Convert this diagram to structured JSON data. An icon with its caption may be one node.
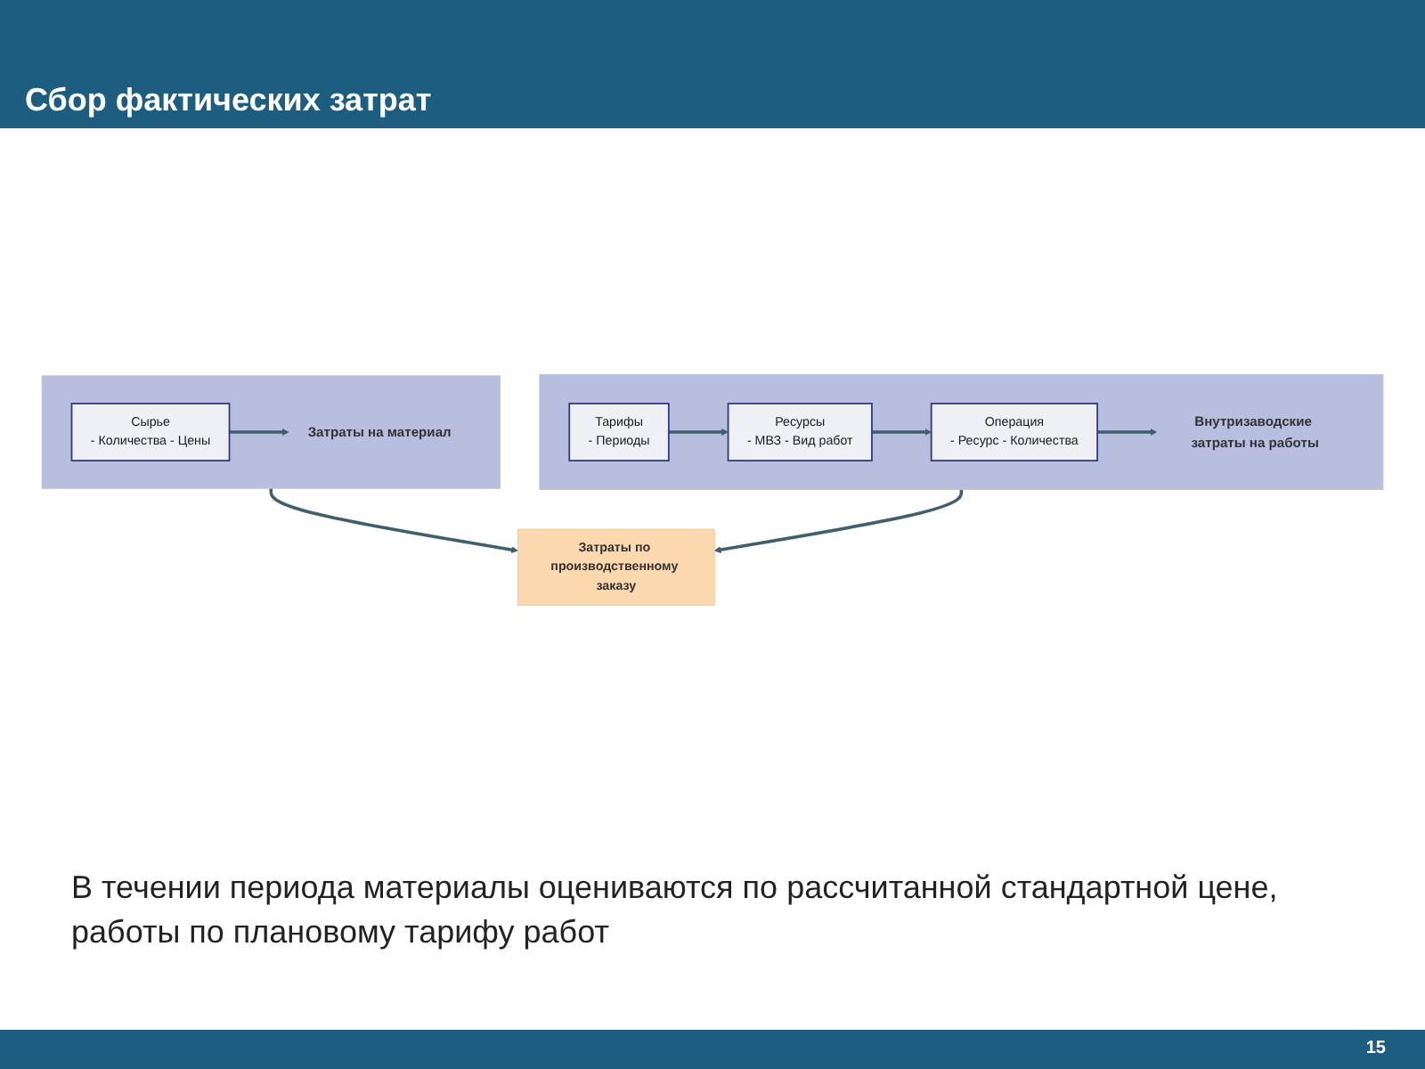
{
  "diagram": {
    "title": "Сбор фактических затрат",
    "nodes": [
      {
        "text": [],
        "shape": "box"
      },
      {
        "text": [
          "Сырье",
          "- Количества - Цены"
        ],
        "in": 0
      },
      {
        "text": [
          "Затраты на материал"
        ],
        "in": 0
      },
      {
        "text": [],
        "shape": "box"
      },
      {
        "text": [
          "Операция",
          "- Ресурс - Количества"
        ],
        "in": 3
      },
      {
        "text": [
          "Ресурсы",
          "- МВЗ - Вид работ"
        ],
        "in": 3
      },
      {
        "text": [
          "Тарифы",
          "- Периоды"
        ],
        "in": 3
      },
      {
        "text": [
          "Внутризаводские затраты на работы"
        ],
        "in": 3
      },
      {
        "text": [
          "Затраты по производственному заказу"
        ]
      }
    ],
    "edges": [
      {
        "from": 1,
        "to": 2,
        "arrow": "to"
      },
      {
        "from": 5,
        "to": 4,
        "arrow": "to"
      },
      {
        "from": 6,
        "to": 5,
        "arrow": "to"
      },
      {
        "from": 4,
        "to": 7,
        "arrow": "to"
      },
      {
        "from": 0,
        "to": 8,
        "arrow": "to"
      },
      {
        "from": 3,
        "to": 8,
        "arrow": "to"
      }
    ],
    "caption": "В течении периода материалы оцениваются по рассчитанной стандартной цене, работы по плановому тарифу работ",
    "labels": [
      "15"
    ]
  }
}
